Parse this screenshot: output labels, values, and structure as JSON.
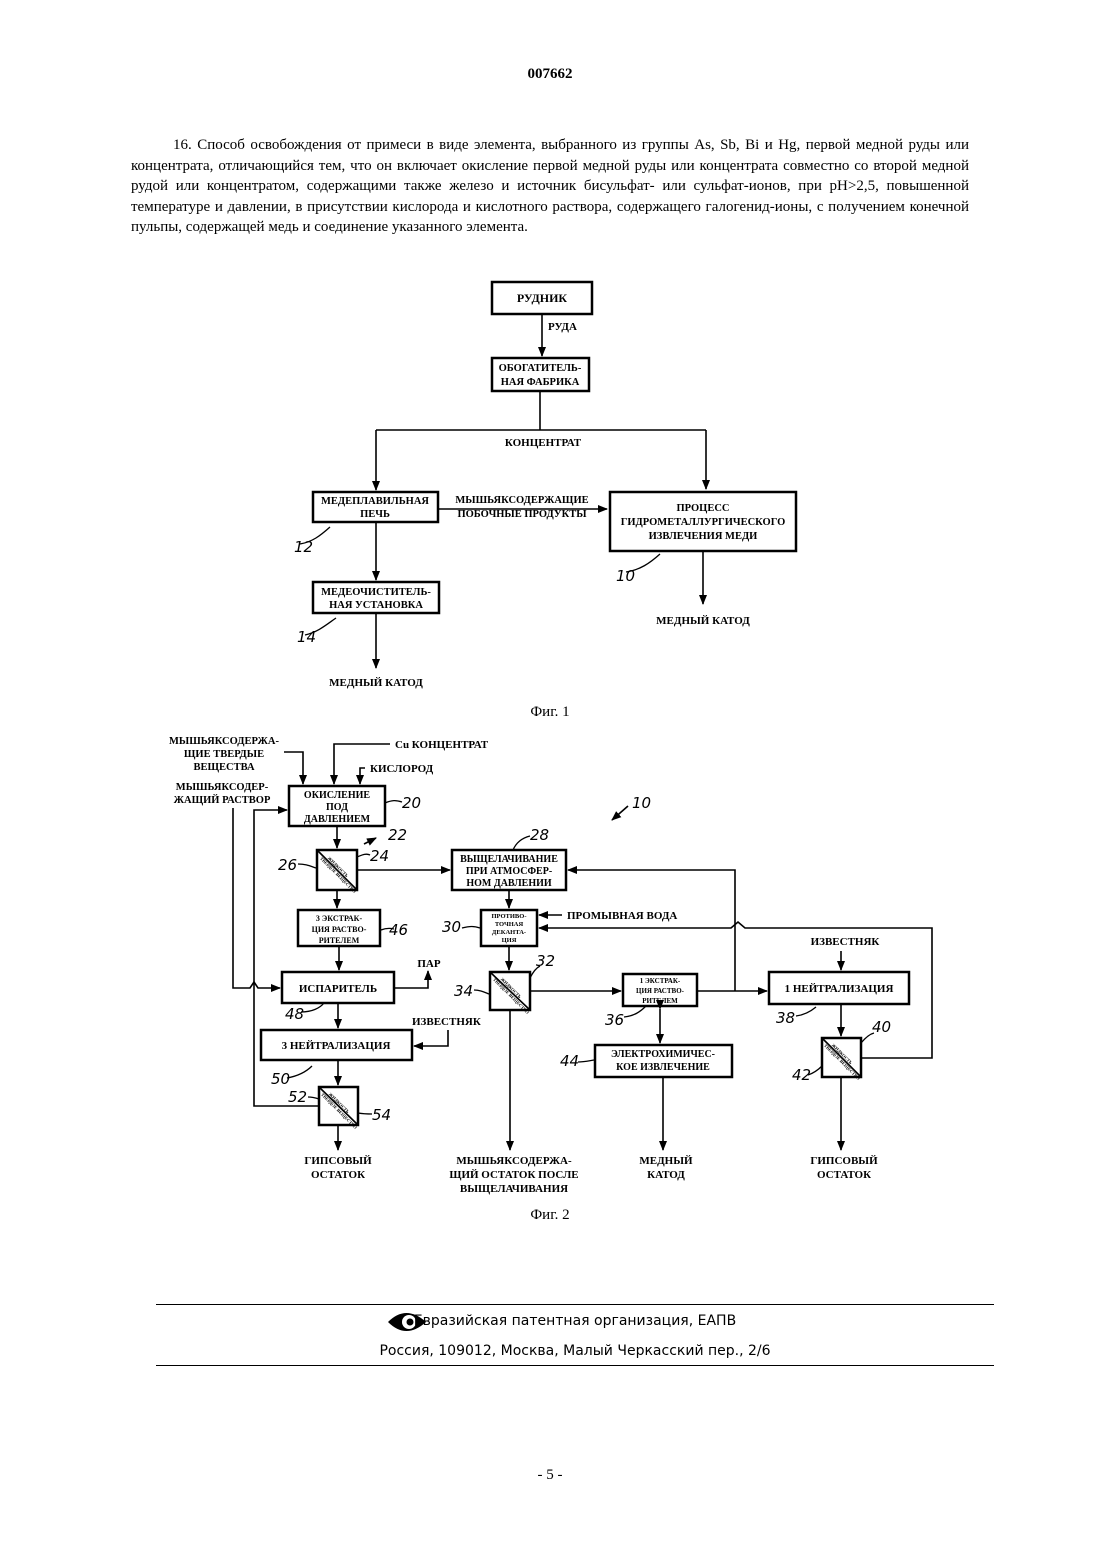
{
  "header": {
    "doc_number": "007662"
  },
  "claim_text": "16. Способ освобождения от примеси в виде элемента, выбранного из группы As, Sb, Bi и Hg, первой медной руды или концентрата, отличающийся тем, что он включает окисление первой медной руды или концентрата совместно со второй медной рудой или концентратом, содержащими также железо и источник бисульфат- или сульфат-ионов, при pH>2,5, повышенной температуре и давлении, в присутствии кислорода и кислотного раствора, содержащего галогенид-ионы, с получением конечной пульпы, содержащей медь и соединение указанного элемента.",
  "fig1": {
    "caption": "Фиг. 1",
    "mine": "РУДНИК",
    "ore": "РУДА",
    "plant_1": "ОБОГАТИТЕЛЬ-",
    "plant_2": "НАЯ ФАБРИКА",
    "concentrate": "КОНЦЕНТРАТ",
    "smelter_1": "МЕДЕПЛАВИЛЬНАЯ",
    "smelter_2": "ПЕЧЬ",
    "byproducts_1": "МЫШЬЯКСОДЕРЖАЩИЕ",
    "byproducts_2": "ПОБОЧНЫЕ ПРОДУКТЫ",
    "hydro_1": "ПРОЦЕСС",
    "hydro_2": "ГИДРОМЕТАЛЛУРГИЧЕСКОГО",
    "hydro_3": "ИЗВЛЕЧЕНИЯ МЕДИ",
    "refinery_1": "МЕДЕОЧИСТИТЕЛЬ-",
    "refinery_2": "НАЯ УСТАНОВКА",
    "cathode_left": "МЕДНЫЙ КАТОД",
    "cathode_right": "МЕДНЫЙ КАТОД",
    "ref_12": "12",
    "ref_14": "14",
    "ref_10": "10"
  },
  "fig2": {
    "caption": "Фиг. 2",
    "as_solids_1": "МЫШЬЯКСОДЕРЖА-",
    "as_solids_2": "ЩИЕ ТВЕРДЫЕ",
    "as_solids_3": "ВЕЩЕСТВА",
    "as_solution_1": "МЫШЬЯКСОДЕР-",
    "as_solution_2": "ЖАЩИЙ РАСТВОР",
    "cu_concentrate": "Cu КОНЦЕНТРАТ",
    "oxygen": "КИСЛОРОД",
    "pox_1": "ОКИСЛЕНИЕ",
    "pox_2": "ПОД",
    "pox_3": "ДАВЛЕНИЕМ",
    "atm_leach_1": "ВЫЩЕЛАЧИВАНИЕ",
    "atm_leach_2": "ПРИ АТМОСФЕР-",
    "atm_leach_3": "НОМ ДАВЛЕНИИ",
    "wash_water": "ПРОМЫВНАЯ ВОДА",
    "ccd_1": "ПРОТИВО-",
    "ccd_2": "ТОЧНАЯ",
    "ccd_3": "ДЕКАНТА-",
    "ccd_4": "ЦИЯ",
    "sx3_1": "3 ЭКСТРАК-",
    "sx3_2": "ЦИЯ РАСТВО-",
    "sx3_3": "РИТЕЛЕМ",
    "evaporator": "ИСПАРИТЕЛЬ",
    "steam": "ПАР",
    "limestone_left": "ИЗВЕСТНЯК",
    "neutr3": "3 НЕЙТРАЛИЗАЦИЯ",
    "sx1_1": "1 ЭКСТРАК-",
    "sx1_2": "ЦИЯ РАСТВО-",
    "sx1_3": "РИТЕЛЕМ",
    "limestone_right": "ИЗВЕСТНЯК",
    "neutr1": "1 НЕЙТРАЛИЗАЦИЯ",
    "ew_1": "ЭЛЕКТРОХИМИЧЕС-",
    "ew_2": "КОЕ ИЗВЛЕЧЕНИЕ",
    "sep_label_1": "ЖИДКОСТЬ",
    "sep_label_2": "ТВЕРДОЕ ВЕЩЕСТВО",
    "gypsum_left_1": "ГИПСОВЫЙ",
    "gypsum_left_2": "ОСТАТОК",
    "as_residue_1": "МЫШЬЯКСОДЕРЖА-",
    "as_residue_2": "ЩИЙ ОСТАТОК ПОСЛЕ",
    "as_residue_3": "ВЫЩЕЛАЧИВАНИЯ",
    "cathode_1": "МЕДНЫЙ",
    "cathode_2": "КАТОД",
    "gypsum_right_1": "ГИПСОВЫЙ",
    "gypsum_right_2": "ОСТАТОК",
    "ref_10": "10",
    "ref_20": "20",
    "ref_22": "22",
    "ref_24": "24",
    "ref_26": "26",
    "ref_28": "28",
    "ref_30": "30",
    "ref_32": "32",
    "ref_34": "34",
    "ref_36": "36",
    "ref_38": "38",
    "ref_40": "40",
    "ref_42": "42",
    "ref_44": "44",
    "ref_46": "46",
    "ref_48": "48",
    "ref_50": "50",
    "ref_52": "52",
    "ref_54": "54"
  },
  "footer": {
    "org": "Евразийская патентная организация, ЕАПВ",
    "address": "Россия, 109012, Москва, Малый Черкасский пер., 2/6",
    "logo_icon": "eapo-eye-logo"
  },
  "page_number": "- 5 -"
}
